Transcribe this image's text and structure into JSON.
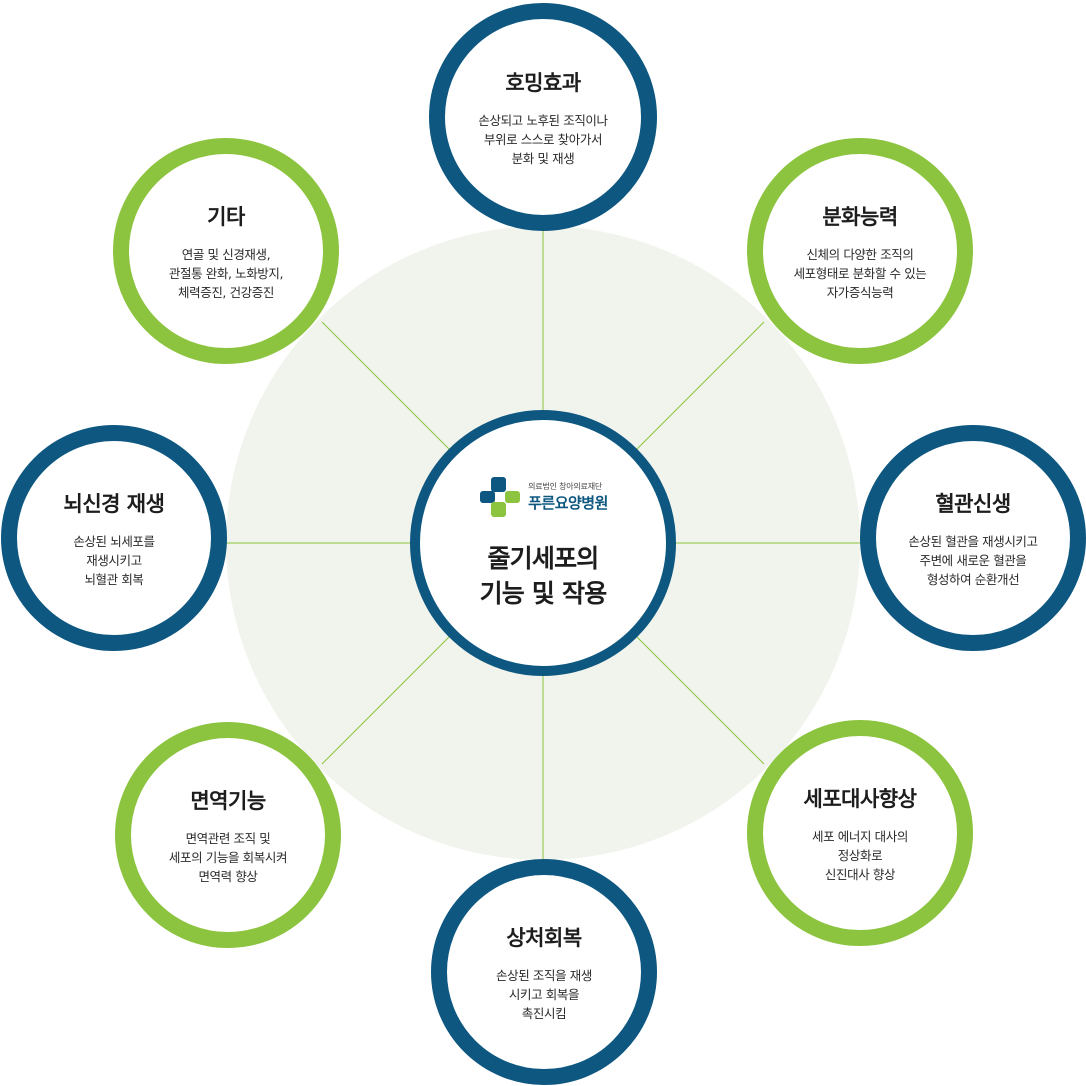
{
  "center": {
    "logo": {
      "subtitle": "의료법인 창아의료재단",
      "name": "푸른요양병원"
    },
    "title": "줄기세포의\n기능 및 작용"
  },
  "nodes": [
    {
      "title": "호밍효과",
      "description": "손상되고 노후된 조직이나\n부위로 스스로 찾아가서\n분화 및 재생"
    },
    {
      "title": "분화능력",
      "description": "신체의 다양한 조직의\n세포형태로 분화할 수 있는\n자가증식능력"
    },
    {
      "title": "혈관신생",
      "description": "손상된 혈관을 재생시키고\n주변에 새로운 혈관을\n형성하여 순환개선"
    },
    {
      "title": "세포대사향상",
      "description": "세포 에너지 대사의\n정상화로\n신진대사 향상"
    },
    {
      "title": "상처회복",
      "description": "손상된 조직을 재생\n시키고 회복을\n촉진시킴"
    },
    {
      "title": "면역기능",
      "description": "면역관련 조직 및\n세포의 기능을 회복시켜\n면역력 향상"
    },
    {
      "title": "뇌신경 재생",
      "description": "손상된 뇌세포를\n재생시키고\n뇌혈관 회복"
    },
    {
      "title": "기타",
      "description": "연골 및 신경재생,\n관절통 완화, 노화방지,\n체력증진, 건강증진"
    }
  ],
  "colors": {
    "navy": "#0d5780",
    "green": "#8cc43f",
    "background_disc": "#f1f4ec",
    "connector": "#8cc43f"
  },
  "icons": {
    "logo": "green-navy-cross-logo-icon"
  }
}
